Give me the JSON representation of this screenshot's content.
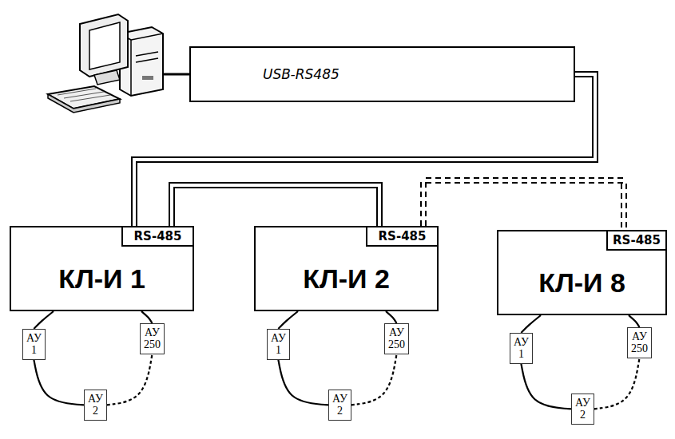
{
  "diagram": {
    "nodes": [
      {
        "text": [
          "USB-RS485"
        ]
      },
      {
        "text": [
          "КЛ-И 1"
        ]
      },
      {
        "text": [
          "RS-485"
        ],
        "in": 1
      },
      {
        "text": [
          "КЛ-И 2"
        ]
      },
      {
        "text": [
          "RS-485"
        ],
        "in": 3
      },
      {
        "text": [
          "КЛ-И 8"
        ]
      },
      {
        "text": [
          "RS-485"
        ],
        "in": 5
      },
      {
        "text": [
          "АУ 1"
        ]
      },
      {
        "text": [
          "АУ 250"
        ]
      },
      {
        "text": [
          "АУ 2"
        ]
      },
      {
        "text": [
          "АУ 1"
        ]
      },
      {
        "text": [
          "АУ 250"
        ]
      },
      {
        "text": [
          "АУ 2"
        ]
      },
      {
        "text": [
          "АУ 1"
        ]
      },
      {
        "text": [
          "АУ 250"
        ]
      },
      {
        "text": [
          "АУ 2"
        ]
      }
    ],
    "edges": [
      {
        "from": 0,
        "to": 2,
        "arrow": "none"
      },
      {
        "from": 2,
        "to": 4,
        "arrow": "none"
      },
      {
        "from": 4,
        "to": 6,
        "arrow": "none"
      },
      {
        "from": 1,
        "to": 7,
        "arrow": "none"
      },
      {
        "from": 7,
        "to": 9,
        "arrow": "none"
      },
      {
        "from": 9,
        "to": 8,
        "arrow": "none"
      },
      {
        "from": 8,
        "to": 1,
        "arrow": "none"
      },
      {
        "from": 3,
        "to": 10,
        "arrow": "none"
      },
      {
        "from": 10,
        "to": 12,
        "arrow": "none"
      },
      {
        "from": 12,
        "to": 11,
        "arrow": "none"
      },
      {
        "from": 11,
        "to": 3,
        "arrow": "none"
      },
      {
        "from": 5,
        "to": 13,
        "arrow": "none"
      },
      {
        "from": 13,
        "to": 15,
        "arrow": "none"
      },
      {
        "from": 15,
        "to": 14,
        "arrow": "none"
      },
      {
        "from": 14,
        "to": 5,
        "arrow": "none"
      }
    ]
  }
}
